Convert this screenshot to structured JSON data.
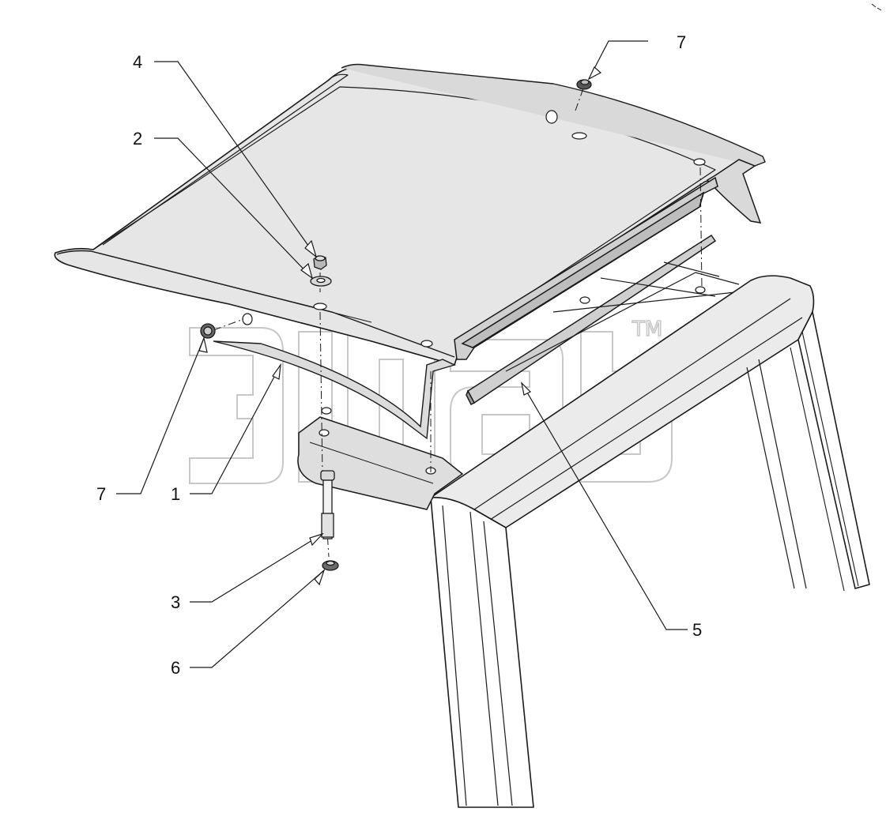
{
  "callouts": [
    {
      "id": "c4",
      "number": "4"
    },
    {
      "id": "c2",
      "number": "2"
    },
    {
      "id": "c7a",
      "number": "7"
    },
    {
      "id": "c7b",
      "number": "7"
    },
    {
      "id": "c1",
      "number": "1"
    },
    {
      "id": "c3",
      "number": "3"
    },
    {
      "id": "c6",
      "number": "6"
    },
    {
      "id": "c5",
      "number": "5"
    }
  ],
  "watermark": {
    "trademark": "TM"
  },
  "colors": {
    "line": "#1a1a1a",
    "fill": "#d9d9d9",
    "fill_light": "#e6e6e6",
    "watermark": "#c8c8c8"
  }
}
